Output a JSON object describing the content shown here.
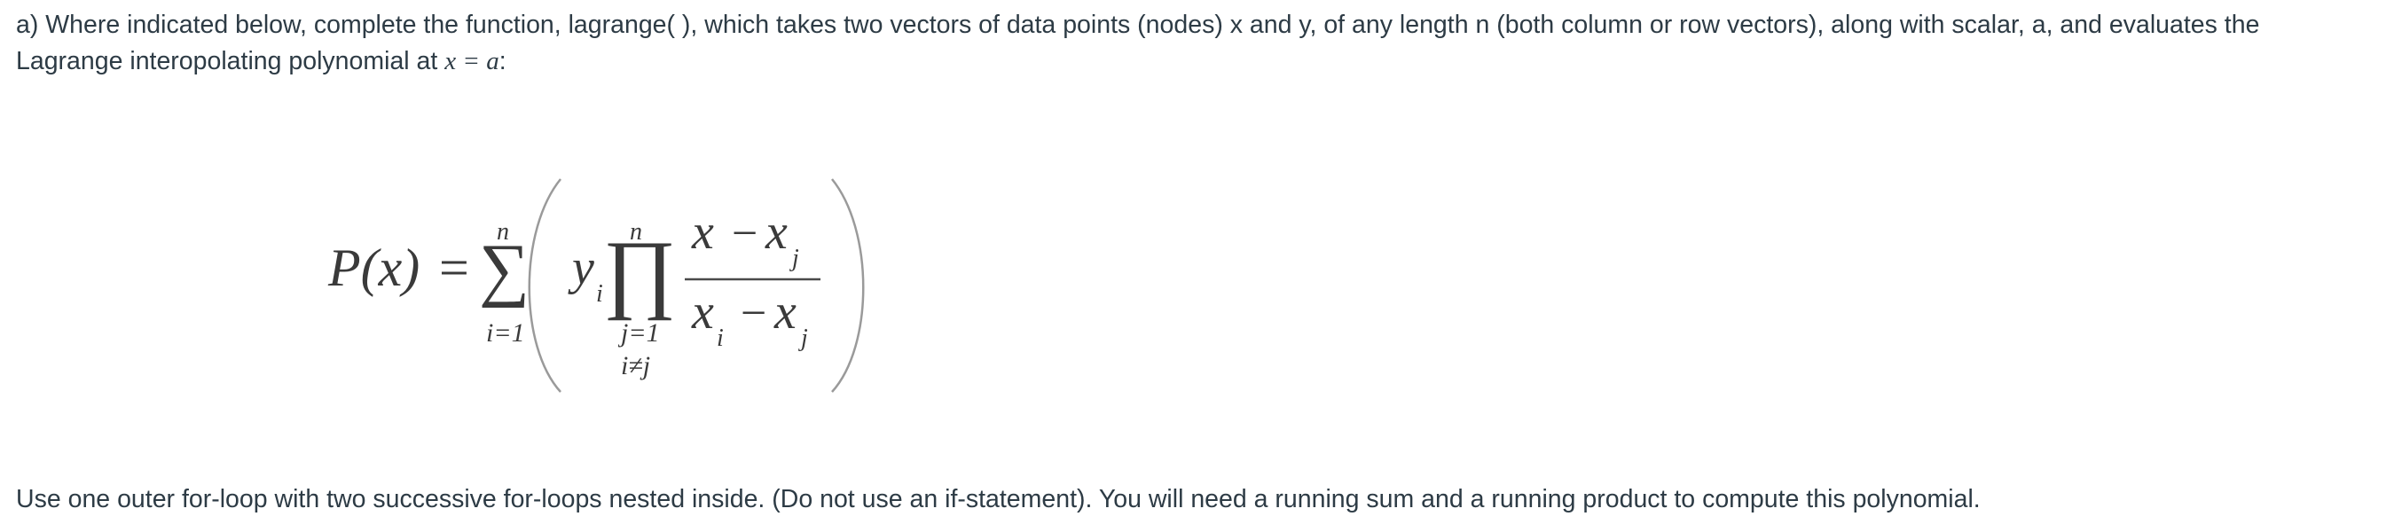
{
  "intro": {
    "text_before_math": "a) Where indicated below, complete the function, lagrange( ), which takes two vectors of data points (nodes) x and y, of any length n (both column or row vectors), along with scalar, a, and evaluates the Lagrange interopolating polynomial at ",
    "inline_math": "x = a",
    "text_after_math": ":"
  },
  "formula": {
    "lhs": "P(x)",
    "equals": "=",
    "sum_upper": "n",
    "sum_lower": "i=1",
    "y_base": "y",
    "y_sub": "i",
    "prod_upper": "n",
    "prod_lower_1": "j=1",
    "prod_lower_2": "i≠j",
    "num_x": "x",
    "num_minus": "−",
    "num_xj": "x",
    "num_sub": "j",
    "den_x": "x",
    "den_sub_i": "i",
    "den_minus": "−",
    "den_xj": "x",
    "den_sub_j": "j"
  },
  "instructions": {
    "text": "Use one outer for-loop with two successive for-loops nested inside. (Do not use an if-statement). You will need a running sum and a running product to compute this polynomial."
  }
}
